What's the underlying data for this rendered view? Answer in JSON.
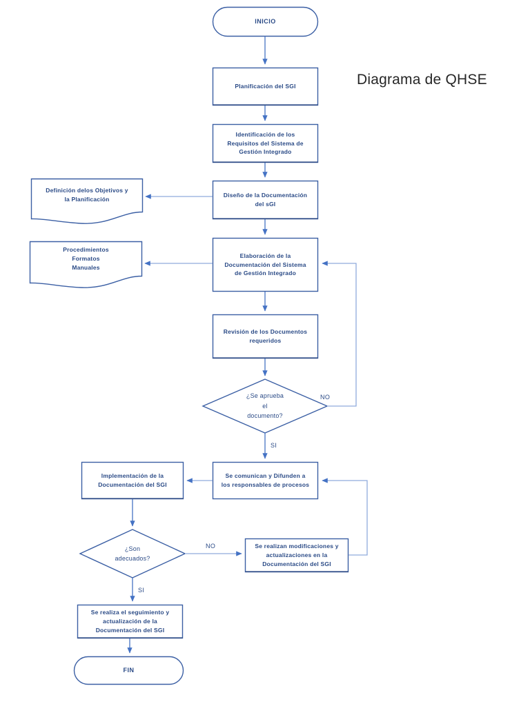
{
  "title": "Diagrama de QHSE",
  "colors": {
    "node_stroke": "#3b5fa4",
    "node_stroke_dark": "#2f4c87",
    "text": "#2a4a86",
    "connector": "#4472c4",
    "connector_light": "#8faadc",
    "title_text": "#262626",
    "background": "#ffffff"
  },
  "nodes": {
    "inicio": {
      "label": "INICIO",
      "shape": "terminator"
    },
    "planificacion": {
      "label": "Planificación del SGI",
      "shape": "process"
    },
    "identificacion": {
      "label": "Identificación de los Requisitos del Sistema de Gestión Integrado",
      "shape": "process"
    },
    "diseno": {
      "label": "Diseño de la Documentación del sGI",
      "shape": "process"
    },
    "doc_objetivos": {
      "label": "Definición delos Objetivos y la Planificación",
      "shape": "document"
    },
    "doc_procedimientos": {
      "label": "Procedimientos Formatos Manuales",
      "shape": "document"
    },
    "elaboracion": {
      "label": "Elaboración de la Documentación del Sistema de Gestión Integrado",
      "shape": "process"
    },
    "revision": {
      "label": "Revisión de los Documentos requeridos",
      "shape": "process"
    },
    "aprueba": {
      "label": "¿Se aprueba el documento?",
      "shape": "decision"
    },
    "comunican": {
      "label": "Se comunican y Difunden a los responsables de procesos",
      "shape": "process"
    },
    "implementacion": {
      "label": "Implementación de la Documentación del SGI",
      "shape": "process"
    },
    "adecuados": {
      "label": "¿Son adecuados?",
      "shape": "decision"
    },
    "modificaciones": {
      "label": "Se realizan modificaciones y actualizaciones en la Documentación del SGI",
      "shape": "process"
    },
    "seguimiento": {
      "label": "Se realiza el seguimiento y actualización de la Documentación del SGI",
      "shape": "process"
    },
    "fin": {
      "label": "FIN",
      "shape": "terminator"
    }
  },
  "node_lines": {
    "inicio": [
      "INICIO"
    ],
    "planificacion": [
      "Planificación del SGI"
    ],
    "identificacion": [
      "Identificación de los",
      "Requisitos del Sistema de",
      "Gestión Integrado"
    ],
    "diseno": [
      "Diseño de la Documentación",
      "del sGI"
    ],
    "doc_objetivos": [
      "Definición delos Objetivos y",
      "la Planificación"
    ],
    "doc_procedimientos": [
      "Procedimientos",
      "Formatos",
      "Manuales"
    ],
    "elaboracion": [
      "Elaboración de la",
      "Documentación del Sistema",
      "de Gestión Integrado"
    ],
    "revision": [
      "Revisión de los Documentos",
      "requeridos"
    ],
    "aprueba": [
      "¿Se aprueba",
      "el",
      "documento?"
    ],
    "comunican": [
      "Se comunican y Difunden a",
      "los responsables de procesos"
    ],
    "implementacion": [
      "Implementación de la",
      "Documentación del SGI"
    ],
    "adecuados": [
      "¿Son",
      "adecuados?"
    ],
    "modificaciones": [
      "Se realizan modificaciones y",
      "actualizaciones en la",
      "Documentación del SGI"
    ],
    "seguimiento": [
      "Se realiza el seguimiento y",
      "actualización de la",
      "Documentación del SGI"
    ],
    "fin": [
      "FIN"
    ]
  },
  "edge_labels": {
    "aprueba_no": "NO",
    "aprueba_si": "SI",
    "adecuados_no": "NO",
    "adecuados_si": "SI"
  }
}
